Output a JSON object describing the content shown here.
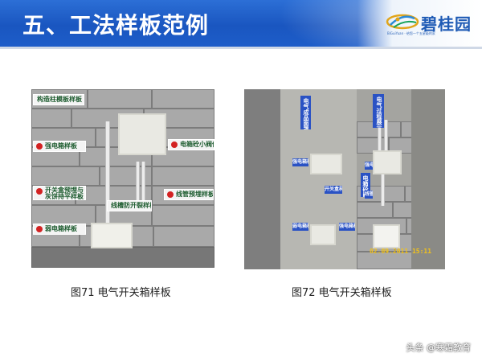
{
  "slide": {
    "title": "五、工法样板范例",
    "logo": {
      "text": "碧桂园",
      "sub": "BiGuiYuan · 给您一个五星级的家"
    }
  },
  "photo1": {
    "signs": [
      "构造柱模板样板",
      "强电箱样板",
      "电箱砼小阀件样板",
      "开关盒预埋与灰饼持平样板",
      "线槽防开裂样板",
      "线管预埋样板",
      "弱电箱样板"
    ],
    "caption": "图71 电气开关箱样板"
  },
  "photo2": {
    "labels": [
      "电气成品面罩示区",
      "电气过程展示区",
      "强电箱样板",
      "电箱砼阀样板",
      "开关盒样板",
      "强电箱样板",
      "弱电箱样板",
      "强电箱样板",
      "线管样板"
    ],
    "timestamp": "02.09.2011  15:11",
    "caption": "图72 电气开关箱样板"
  },
  "watermark": "头条 @寒霜教育",
  "colors": {
    "banner": "#1a56c0",
    "label_blue": "#2a52c4",
    "sign_green": "#1c5b2e"
  }
}
